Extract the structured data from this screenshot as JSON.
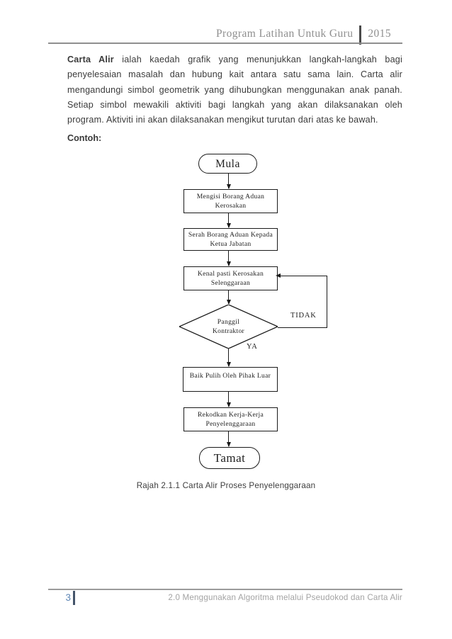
{
  "page": {
    "header": {
      "title": "Program Latihan Untuk Guru",
      "year": "2015"
    },
    "paragraph": {
      "lead": "Carta Alir",
      "rest": " ialah kaedah grafik yang menunjukkan langkah-langkah bagi penyelesaian masalah dan hubung kait antara satu sama lain. Carta alir mengandungi simbol geometrik yang dihubungkan menggunakan anak panah. Setiap simbol mewakili aktiviti bagi langkah yang akan dilaksanakan oleh program. Aktiviti ini akan dilaksanakan mengikut turutan dari atas ke bawah."
    },
    "example_label": "Contoh:",
    "caption": "Rajah 2.1.1 Carta Alir Proses Penyelenggaraan",
    "footer": {
      "page_number": "3",
      "section": "2.0 Menggunakan Algoritma melalui Pseudokod dan Carta Alir"
    }
  },
  "flowchart": {
    "start": {
      "label": "Mula"
    },
    "process1": {
      "line1": "Mengisi Borang Aduan",
      "line2": "Kerosakan"
    },
    "process2": {
      "line1": "Serah Borang Aduan Kepada",
      "line2": "Ketua Jabatan"
    },
    "process3": {
      "line1": "Kenal pasti Kerosakan",
      "line2": "Selenggaraan"
    },
    "decision": {
      "line1": "Panggil",
      "line2": "Kontraktor",
      "no_label": "TIDAK",
      "yes_label": "YA"
    },
    "process4": {
      "line1": "Baik Pulih Oleh Pihak Luar"
    },
    "process5": {
      "line1": "Rekodkan Kerja-Kerja",
      "line2": "Penyelenggaraan"
    },
    "end": {
      "label": "Tamat"
    }
  },
  "colors": {
    "header_text": "#8f8f8f",
    "rule": "#8f8f8f",
    "body_text": "#3a3a3a",
    "flow_stroke": "#1a1a1a",
    "page_number": "#5c85b4",
    "footer_text": "#a3a3a3"
  }
}
